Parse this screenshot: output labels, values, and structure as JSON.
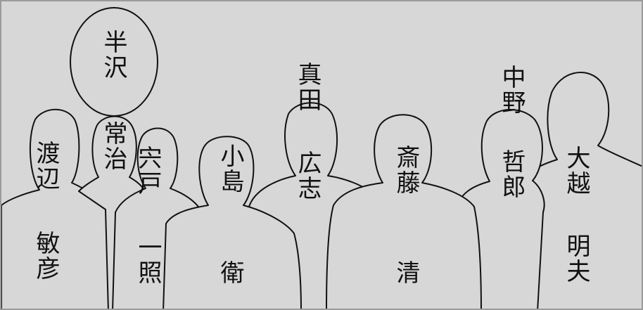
{
  "figure": {
    "names": [
      {
        "family": "渡辺",
        "given": "敏彦"
      },
      {
        "family": "半沢",
        "given": "常治"
      },
      {
        "family": "宍戸",
        "given": "一照"
      },
      {
        "family": "小島",
        "given": "衛"
      },
      {
        "family": "真田",
        "given": "広志"
      },
      {
        "family": "斎藤",
        "given": "清"
      },
      {
        "family": "中野",
        "given": "哲郎"
      },
      {
        "family": "大越",
        "given": "明夫"
      }
    ]
  },
  "colors": {
    "background": "#d7d7d8",
    "outline": "#111111"
  }
}
